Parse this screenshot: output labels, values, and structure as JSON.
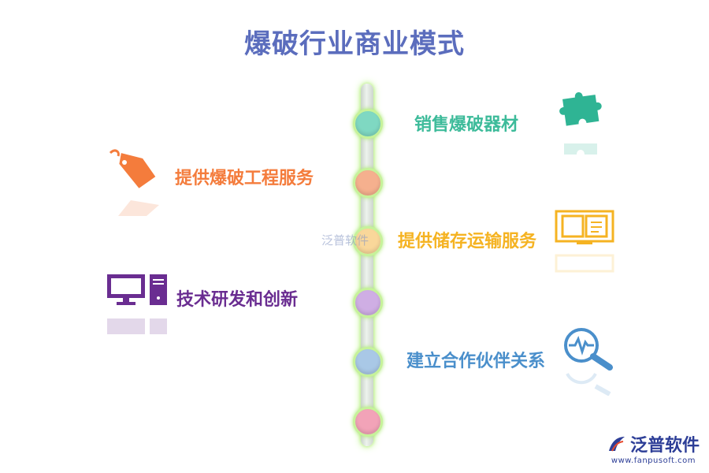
{
  "title": "爆破行业商业模式",
  "items": [
    {
      "label": "销售爆破器材",
      "color": "#3dbb9a",
      "node_color": "#7fd8c2",
      "icon": "puzzle-icon"
    },
    {
      "label": "提供爆破工程服务",
      "color": "#f47c3c",
      "node_color": "#f5b08e",
      "icon": "price-tag-icon"
    },
    {
      "label": "提供储存运输服务",
      "color": "#f5b322",
      "node_color": "#f9d79a",
      "icon": "book-icon"
    },
    {
      "label": "技术研发和创新",
      "color": "#6a2d91",
      "node_color": "#cfaee4",
      "icon": "computer-icon"
    },
    {
      "label": "建立合作伙伴关系",
      "color": "#4a8fcb",
      "node_color": "#a9c8e6",
      "icon": "magnifier-icon"
    },
    {
      "label": "",
      "color": "#e57a9a",
      "node_color": "#f2a3b8",
      "icon": ""
    }
  ],
  "watermark": "泛普软件",
  "brand": {
    "name": "泛普软件",
    "url": "www.fanpusoft.com"
  }
}
